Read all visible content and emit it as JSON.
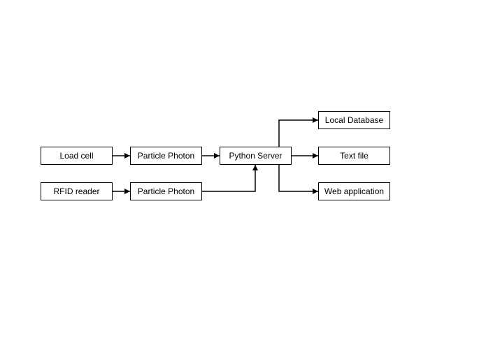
{
  "diagram": {
    "nodes": {
      "load_cell": "Load cell",
      "rfid_reader": "RFID reader",
      "photon_1": "Particle Photon",
      "photon_2": "Particle Photon",
      "server": "Python Server",
      "local_db": "Local Database",
      "text_file": "Text file",
      "web_app": "Web application"
    },
    "edges": [
      {
        "from": "Load cell",
        "to": "Particle Photon"
      },
      {
        "from": "RFID reader",
        "to": "Particle Photon"
      },
      {
        "from": "Particle Photon",
        "to": "Python Server"
      },
      {
        "from": "Particle Photon",
        "to": "Python Server"
      },
      {
        "from": "Python Server",
        "to": "Local Database"
      },
      {
        "from": "Python Server",
        "to": "Text file"
      },
      {
        "from": "Python Server",
        "to": "Web application"
      }
    ]
  }
}
